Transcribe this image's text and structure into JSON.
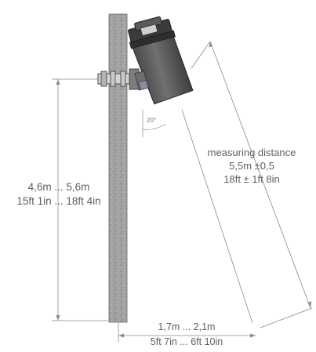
{
  "diagram": {
    "height_range": {
      "metric": "4,6m ... 5,6m",
      "imperial": "15ft 1in ... 18ft 4in"
    },
    "measuring_distance": {
      "title": "measuring distance",
      "metric": "5,5m ±0,5",
      "imperial": "18ft  ± 1ft 8in"
    },
    "horizontal_offset": {
      "metric": "1,7m ... 2,1m",
      "imperial": "5ft 7in ... 6ft 10in"
    },
    "tilt_angle": "20°"
  },
  "colors": {
    "line": "#8a8a8a",
    "text": "#5f5f5f",
    "pole_fill": "#9c9c9c",
    "sensor_body": "#555555",
    "sensor_dark": "#2f2f2f"
  }
}
